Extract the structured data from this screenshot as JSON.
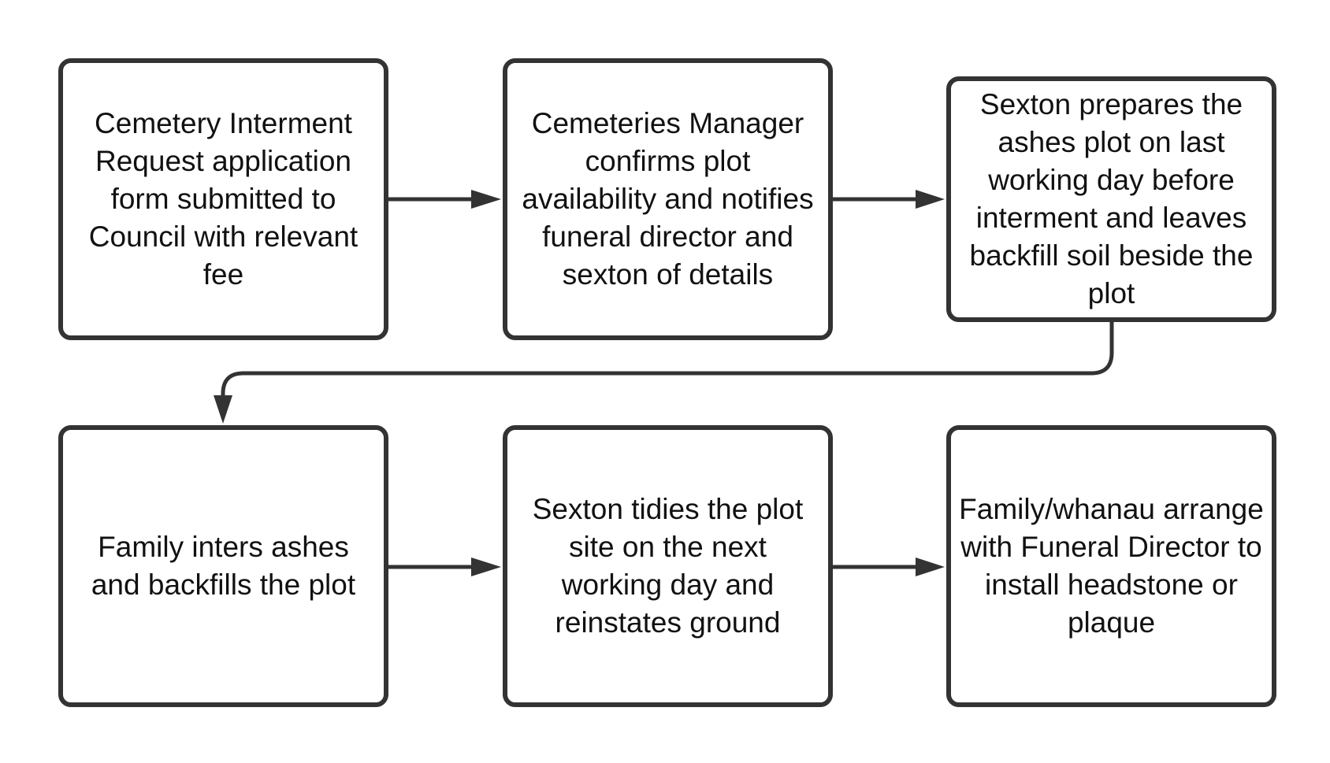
{
  "flowchart": {
    "steps": [
      {
        "id": "s1",
        "label": "Cemetery Interment Request application form submitted to Council with relevant fee"
      },
      {
        "id": "s2",
        "label": "Cemeteries Manager confirms plot availability and notifies funeral director and sexton of details"
      },
      {
        "id": "s3",
        "label": "Sexton prepares the ashes plot on last working day before interment and leaves backfill soil beside the plot"
      },
      {
        "id": "s4",
        "label": "Family inters ashes and backfills the plot"
      },
      {
        "id": "s5",
        "label": "Sexton tidies the plot site on the next working day and reinstates ground"
      },
      {
        "id": "s6",
        "label": "Family/whanau arrange with Funeral Director to install headstone or plaque"
      }
    ],
    "connections": [
      {
        "from": "s1",
        "to": "s2"
      },
      {
        "from": "s2",
        "to": "s3"
      },
      {
        "from": "s3",
        "to": "s4"
      },
      {
        "from": "s4",
        "to": "s5"
      },
      {
        "from": "s5",
        "to": "s6"
      }
    ],
    "colors": {
      "stroke": "#333333",
      "text": "#111111",
      "background": "#ffffff"
    }
  }
}
